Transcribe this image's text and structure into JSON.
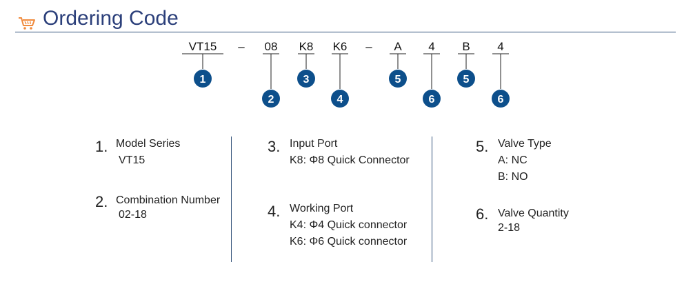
{
  "header": {
    "title": "Ordering Code"
  },
  "code": {
    "segments": [
      "VT15",
      "08",
      "K8",
      "K6",
      "A",
      "4",
      "B",
      "4"
    ],
    "separator": "–",
    "badges": [
      "1",
      "2",
      "3",
      "4",
      "5",
      "6",
      "5",
      "6"
    ]
  },
  "legend": {
    "model": {
      "num": "1.",
      "label": "Model Series",
      "values": [
        "VT15"
      ]
    },
    "combination": {
      "num": "2.",
      "label": "Combination Number",
      "values": [
        "02-18"
      ]
    },
    "input": {
      "num": "3.",
      "label": "Input Port",
      "values": [
        "K8: Φ8 Quick Connector"
      ]
    },
    "working": {
      "num": "4.",
      "label": "Working Port",
      "values": [
        "K4: Φ4 Quick connector",
        "K6: Φ6 Quick connector"
      ]
    },
    "valve_type": {
      "num": "5.",
      "label": "Valve Type",
      "values": [
        "A: NC",
        "B: NO"
      ]
    },
    "valve_qty": {
      "num": "6.",
      "label": "Valve Quantity",
      "values": [
        "2-18"
      ]
    }
  },
  "colors": {
    "badge": "#0d4f8b",
    "title": "#2b3f7a",
    "rule": "#2f4f78",
    "icon": "#f08a3c"
  }
}
